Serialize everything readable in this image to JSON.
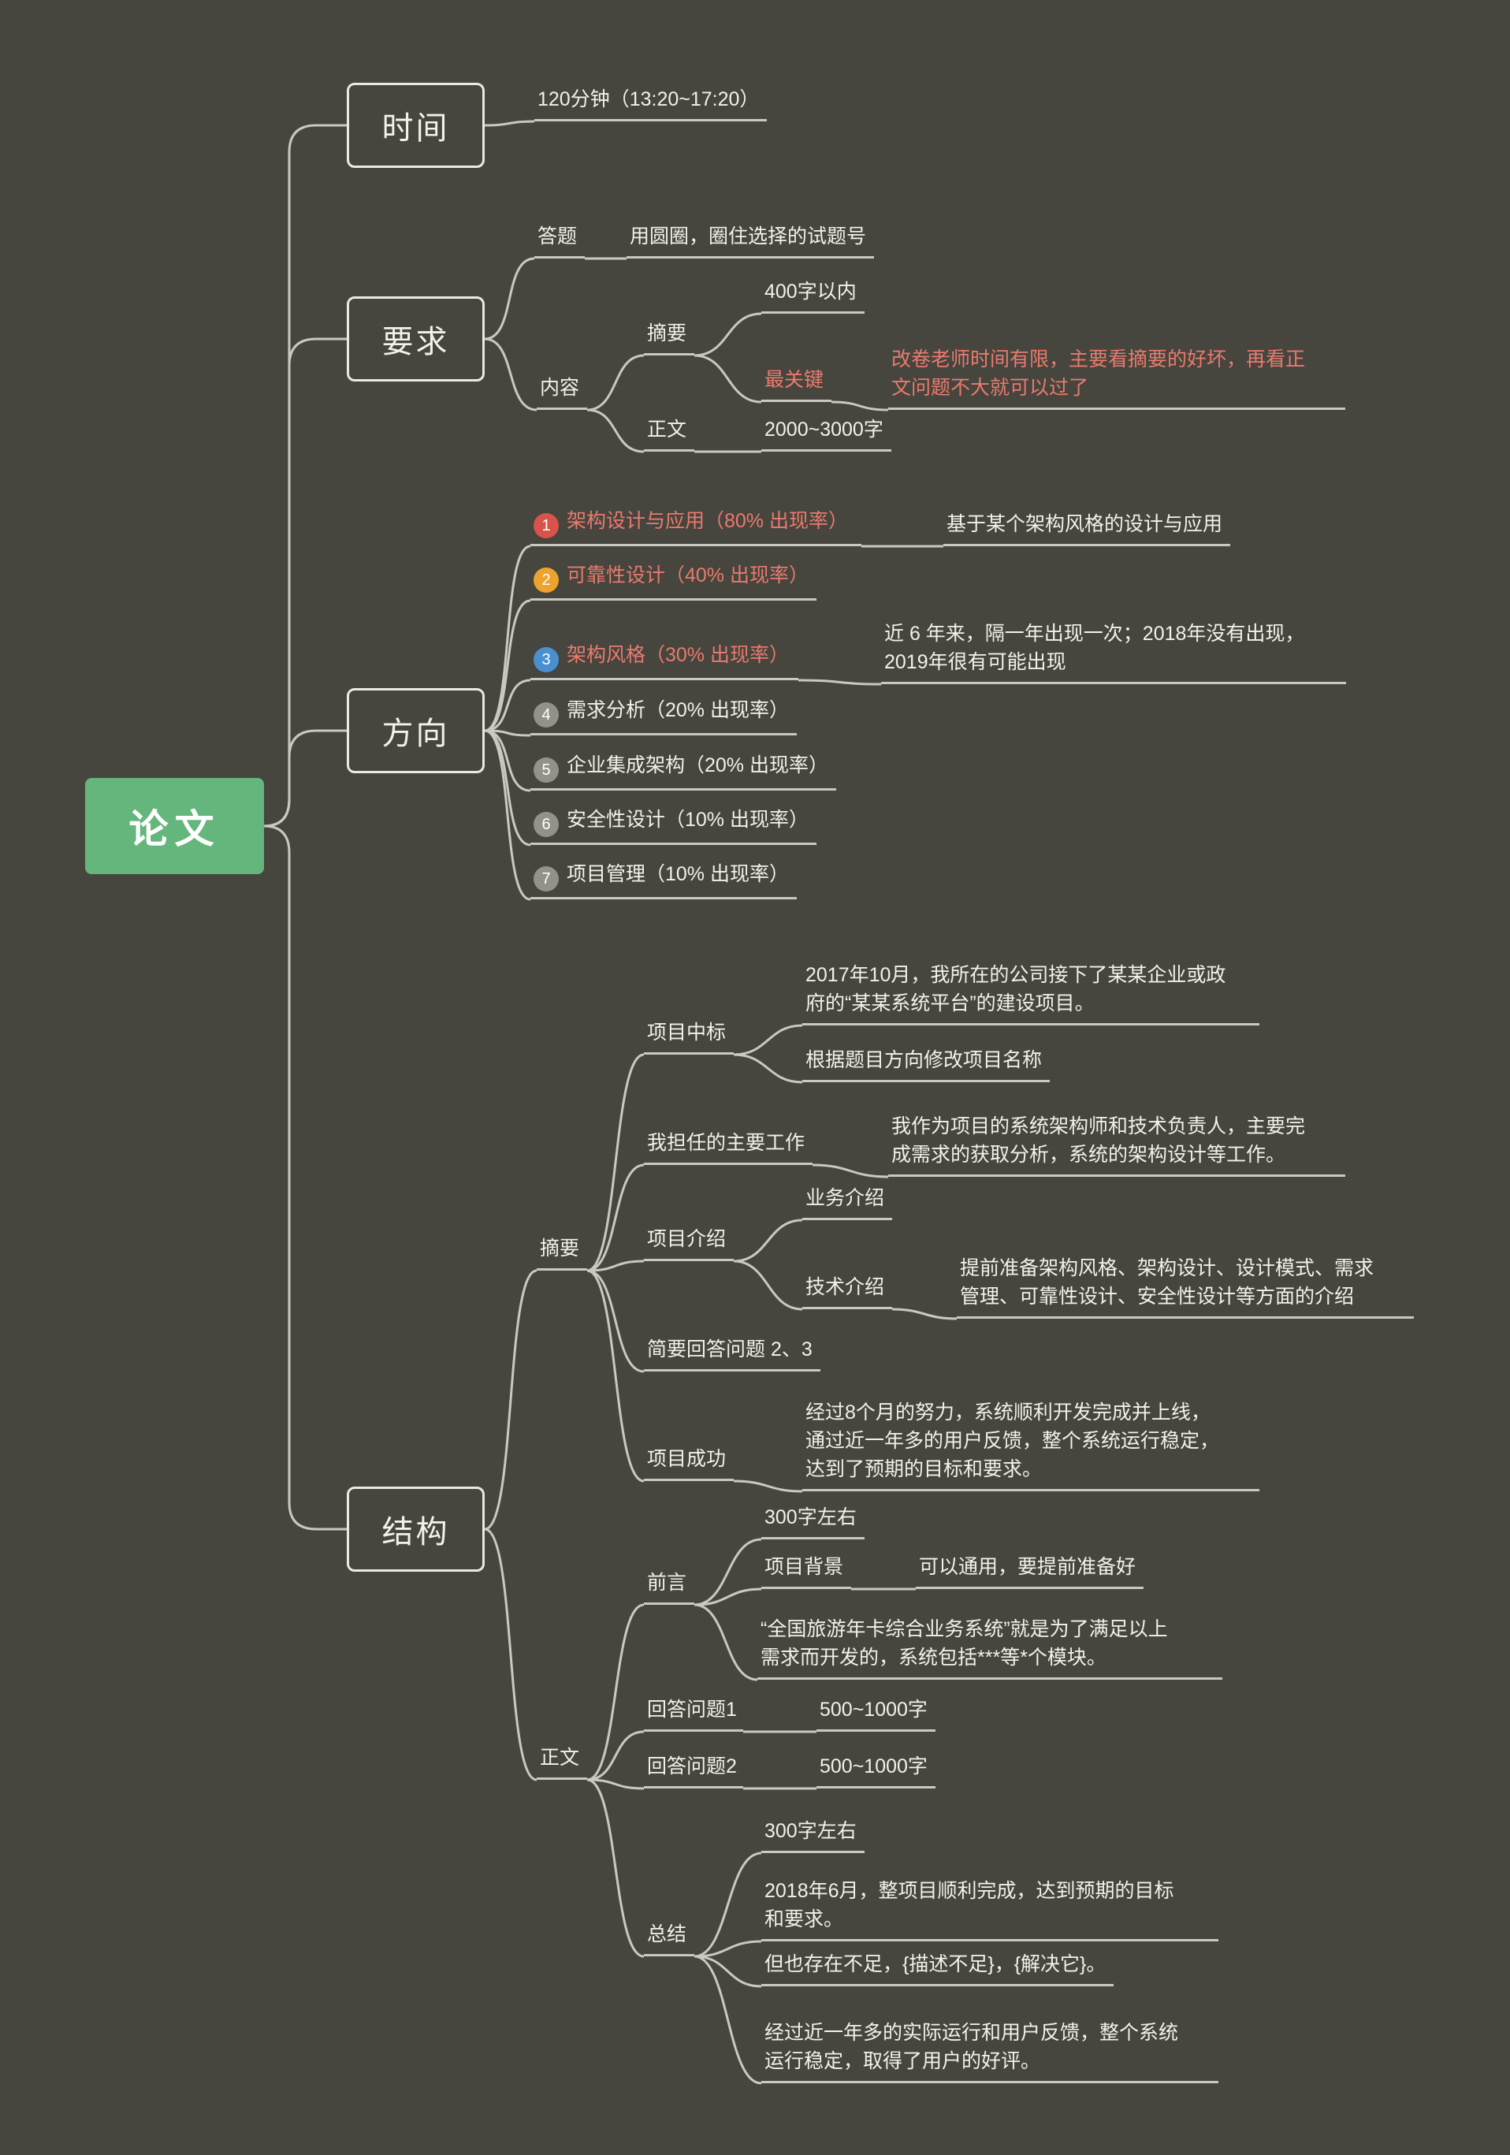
{
  "colors": {
    "background": "#46453e",
    "line": "#c9c9c1",
    "text": "#f2f1ea",
    "accent_red": "#ea7a6d",
    "root_green": "#65b67c",
    "badge_red": "#d8544a",
    "badge_amber": "#eea32e",
    "badge_blue": "#4a90d0",
    "badge_gray": "#92928b"
  },
  "root": {
    "label": "论文"
  },
  "branches": {
    "time": {
      "label": "时间",
      "duration": "120分钟（13:20~17:20）"
    },
    "requirements": {
      "label": "要求",
      "answer": {
        "label": "答题",
        "note": "用圆圈，圈住选择的试题号"
      },
      "content": {
        "label": "内容",
        "abstract": {
          "label": "摘要",
          "limit": "400字以内",
          "key": "最关键",
          "key_note": "改卷老师时间有限，主要看摘要的好坏，再看正\n文问题不大就可以过了"
        },
        "body": {
          "label": "正文",
          "limit": "2000~3000字"
        }
      }
    },
    "direction": {
      "label": "方向",
      "items": [
        {
          "num": "1",
          "label": "架构设计与应用（80% 出现率）",
          "note": "基于某个架构风格的设计与应用"
        },
        {
          "num": "2",
          "label": "可靠性设计（40% 出现率）"
        },
        {
          "num": "3",
          "label": "架构风格（30% 出现率）",
          "note": "近 6 年来，隔一年出现一次；2018年没有出现，\n2019年很有可能出现"
        },
        {
          "num": "4",
          "label": "需求分析（20% 出现率）"
        },
        {
          "num": "5",
          "label": "企业集成架构（20% 出现率）"
        },
        {
          "num": "6",
          "label": "安全性设计（10% 出现率）"
        },
        {
          "num": "7",
          "label": "项目管理（10% 出现率）"
        }
      ]
    },
    "structure": {
      "label": "结构",
      "abstract": {
        "label": "摘要",
        "win": {
          "label": "项目中标",
          "desc": "2017年10月，我所在的公司接下了某某企业或政\n府的“某某系统平台”的建设项目。",
          "tip": "根据题目方向修改项目名称"
        },
        "role": {
          "label": "我担任的主要工作",
          "desc": "我作为项目的系统架构师和技术负责人，主要完\n成需求的获取分析，系统的架构设计等工作。"
        },
        "intro": {
          "label": "项目介绍",
          "business": "业务介绍",
          "tech": "技术介绍",
          "tech_note": "提前准备架构风格、架构设计、设计模式、需求\n管理、可靠性设计、安全性设计等方面的介绍"
        },
        "brief": "简要回答问题 2、3",
        "success": {
          "label": "项目成功",
          "desc": "经过8个月的努力，系统顺利开发完成并上线，\n通过近一年多的用户反馈，整个系统运行稳定，\n达到了预期的目标和要求。"
        }
      },
      "body": {
        "label": "正文",
        "preface": {
          "label": "前言",
          "length": "300字左右",
          "background": "项目背景",
          "background_note": "可以通用，要提前准备好",
          "example": "“全国旅游年卡综合业务系统”就是为了满足以上\n需求而开发的，系统包括***等*个模块。"
        },
        "q1": {
          "label": "回答问题1",
          "length": "500~1000字"
        },
        "q2": {
          "label": "回答问题2",
          "length": "500~1000字"
        },
        "summary": {
          "label": "总结",
          "length": "300字左右",
          "done": "2018年6月，整项目顺利完成，达到预期的目标\n和要求。",
          "flaw": "但也存在不足，{描述不足}，{解决它}。",
          "feedback": "经过近一年多的实际运行和用户反馈，整个系统\n运行稳定，取得了用户的好评。"
        }
      }
    }
  }
}
